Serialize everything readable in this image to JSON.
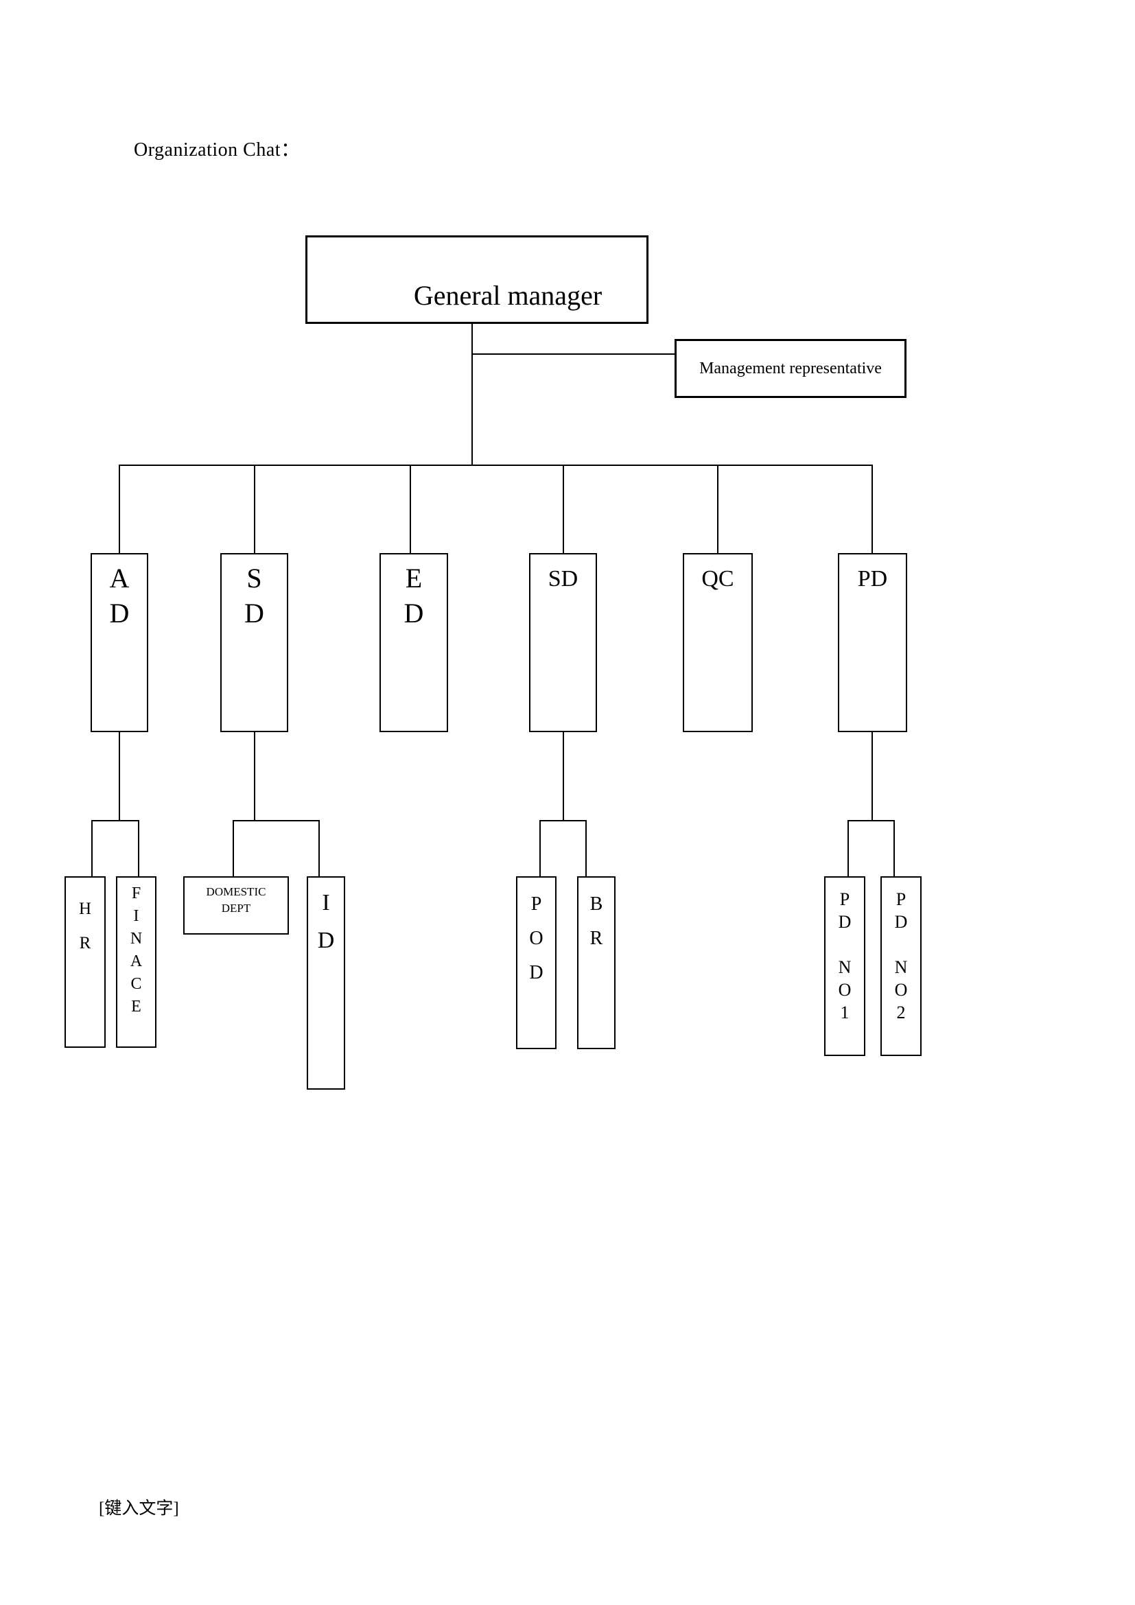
{
  "page": {
    "title": "Organization Chat：",
    "footer_placeholder": "[键入文字]",
    "background_color": "#ffffff",
    "line_color": "#000000"
  },
  "org_chart": {
    "root": {
      "id": "general-manager",
      "label": "General manager"
    },
    "staff": {
      "id": "management-representative",
      "label": "Management representative"
    },
    "departments": {
      "ad": {
        "label": "AD",
        "display": "A\nD"
      },
      "sd": {
        "label": "SD",
        "display": "S\nD"
      },
      "ed": {
        "label": "ED",
        "display": "E\nD"
      },
      "sd2": {
        "label": "SD",
        "display": "SD"
      },
      "qc": {
        "label": "QC",
        "display": "QC"
      },
      "pd": {
        "label": "PD",
        "display": "PD"
      }
    },
    "sub_departments": {
      "hr": {
        "label": "HR",
        "display": "H\nR",
        "parent": "AD"
      },
      "finace": {
        "label": "FINACE",
        "display": "F\nI\nN\nA\nC\nE",
        "parent": "AD"
      },
      "domestic": {
        "label": "DOMESTIC DEPT",
        "display": "DOMESTIC\nDEPT",
        "parent": "SD"
      },
      "id": {
        "label": "ID",
        "display": "I\nD",
        "parent": "SD"
      },
      "pod": {
        "label": "POD",
        "display": "P\nO\nD",
        "parent": "SD"
      },
      "br": {
        "label": "BR",
        "display": "B\nR",
        "parent": "SD"
      },
      "pdno1": {
        "label": "PD NO1",
        "display": "P\nD\n\nN\nO\n1",
        "parent": "PD"
      },
      "pdno2": {
        "label": "PD NO2",
        "display": "P\nD\n\nN\nO\n2",
        "parent": "PD"
      }
    },
    "edges": [
      "General manager → Management representative",
      "General manager → AD, SD, ED, SD, QC, PD",
      "AD → HR, FINACE",
      "SD → DOMESTIC DEPT, ID",
      "SD → POD, BR",
      "PD → PD NO1, PD NO2"
    ]
  }
}
